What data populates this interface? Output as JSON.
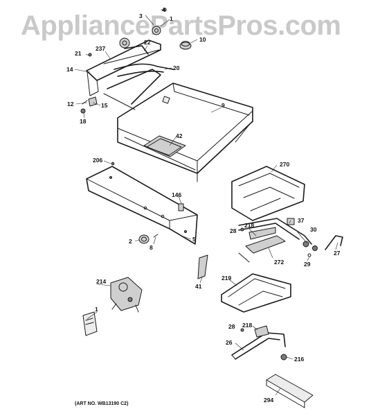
{
  "watermark": "AppliancePartsPros.com",
  "art_number": "(ART NO. WB13190 C2)",
  "callouts": {
    "c1": "1",
    "c1b": "1",
    "c2": "2",
    "c3": "3",
    "c4": "4",
    "c5": "5",
    "c8": "8",
    "c9": "9",
    "c10": "10",
    "c12": "12",
    "c14": "14",
    "c15": "15",
    "c18": "18",
    "c20": "20",
    "c21": "21",
    "c22": "22",
    "c26": "26",
    "c27": "27",
    "c28a": "28",
    "c28b": "28",
    "c29": "29",
    "c30": "30",
    "c37": "37",
    "c41": "41",
    "c42": "42",
    "c146": "146",
    "c206": "206",
    "c214": "214",
    "c216": "216",
    "c218a": "218",
    "c218b": "218",
    "c219": "219",
    "c237": "237",
    "c270": "270",
    "c272": "272",
    "c294": "294"
  }
}
